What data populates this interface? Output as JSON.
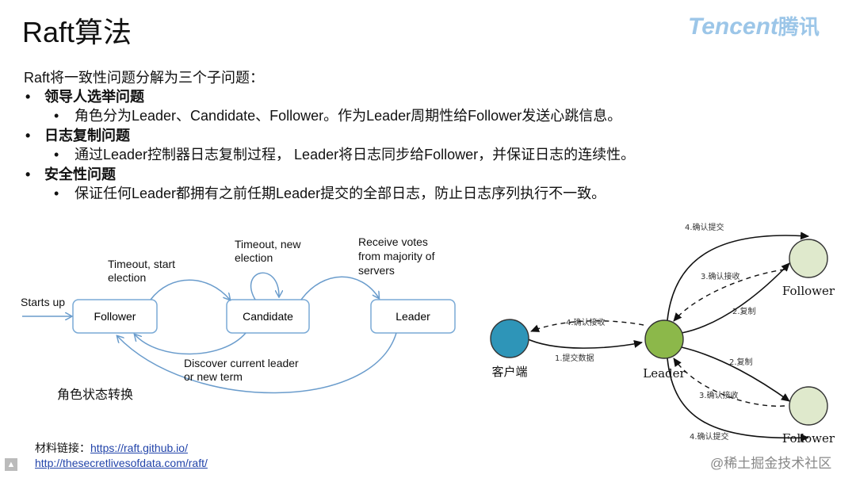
{
  "title": "Raft算法",
  "logo": {
    "latin": "Tencent",
    "cn": "腾讯"
  },
  "intro": "Raft将一致性问题分解为三个子问题：",
  "sections": [
    {
      "heading": "领导人选举问题",
      "detail": "角色分为Leader、Candidate、Follower。作为Leader周期性给Follower发送心跳信息。"
    },
    {
      "heading": "日志复制问题",
      "detail": "通过Leader控制器日志复制过程， Leader将日志同步给Follower，并保证日志的连续性。"
    },
    {
      "heading": "安全性问题",
      "detail": "保证任何Leader都拥有之前任期Leader提交的全部日志，防止日志序列执行不一致。"
    }
  ],
  "state_diagram": {
    "states": [
      "Follower",
      "Candidate",
      "Leader"
    ],
    "transitions": {
      "starts_up": "Starts up",
      "timeout_start_line1": "Timeout, start",
      "timeout_start_line2": "election",
      "timeout_new_line1": "Timeout, new",
      "timeout_new_line2": "election",
      "receive_line1": "Receive votes",
      "receive_line2": "from majority of",
      "receive_line3": "servers",
      "discover_line1": "Discover current leader",
      "discover_line2": "or new term"
    },
    "caption": "角色状态转换"
  },
  "replication_diagram": {
    "nodes": {
      "client": "客户端",
      "leader": "Leader",
      "follower_top": "Follower",
      "follower_bottom": "Follower"
    },
    "edges": {
      "submit": "1.提交数据",
      "client_ack": "4.确认接收",
      "copy_top": "2.复制",
      "copy_bottom": "2.复制",
      "ack_top": "3.确认接收",
      "ack_bottom": "3.确认接收",
      "commit_top": "4.确认提交",
      "commit_bottom": "4.确认提交"
    },
    "colors": {
      "client": "#2e95b8",
      "leader": "#8cb84a",
      "follower": "#dfe9cc"
    }
  },
  "links": {
    "label": "材料链接：",
    "url1": "https://raft.github.io/",
    "url2": "http://thesecretlivesofdata.com/raft/"
  },
  "footer_watermark": "@稀土掘金技术社区"
}
